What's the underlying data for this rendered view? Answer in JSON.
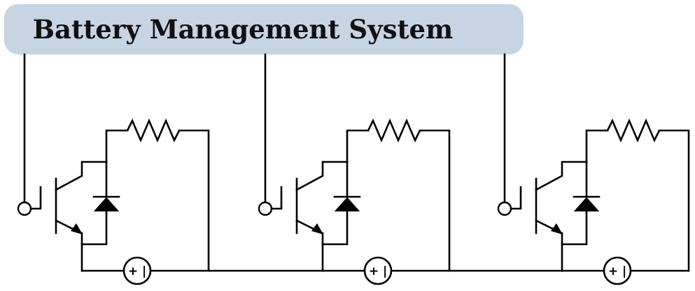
{
  "bms": {
    "title": "Battery Management System"
  },
  "cells": [
    {
      "id": "cell-1",
      "battery_symbol": "+ |"
    },
    {
      "id": "cell-2",
      "battery_symbol": "+ |"
    },
    {
      "id": "cell-3",
      "battery_symbol": "+ |"
    }
  ],
  "colors": {
    "bms_box": "#c6d4e3",
    "wire": "#000000",
    "background": "#ffffff"
  }
}
